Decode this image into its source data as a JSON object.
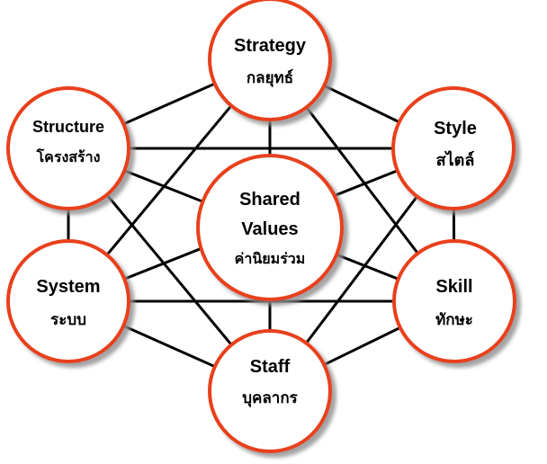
{
  "colors": {
    "circle_border": "#e8401c",
    "circle_fill": "#ffffff",
    "circle_shadow": "#9a9a9a",
    "connector": "#000000"
  },
  "nodes": {
    "strategy": {
      "en": "Strategy",
      "th": "กลยุทธ์"
    },
    "structure": {
      "en": "Structure",
      "th": "โครงสร้าง"
    },
    "style": {
      "en": "Style",
      "th": "สไตล์"
    },
    "shared_values": {
      "en1": "Shared",
      "en2": "Values",
      "th": "ค่านิยมร่วม"
    },
    "system": {
      "en": "System",
      "th": "ระบบ"
    },
    "skill": {
      "en": "Skill",
      "th": "ทักษะ"
    },
    "staff": {
      "en": "Staff",
      "th": "บุคลากร"
    }
  }
}
